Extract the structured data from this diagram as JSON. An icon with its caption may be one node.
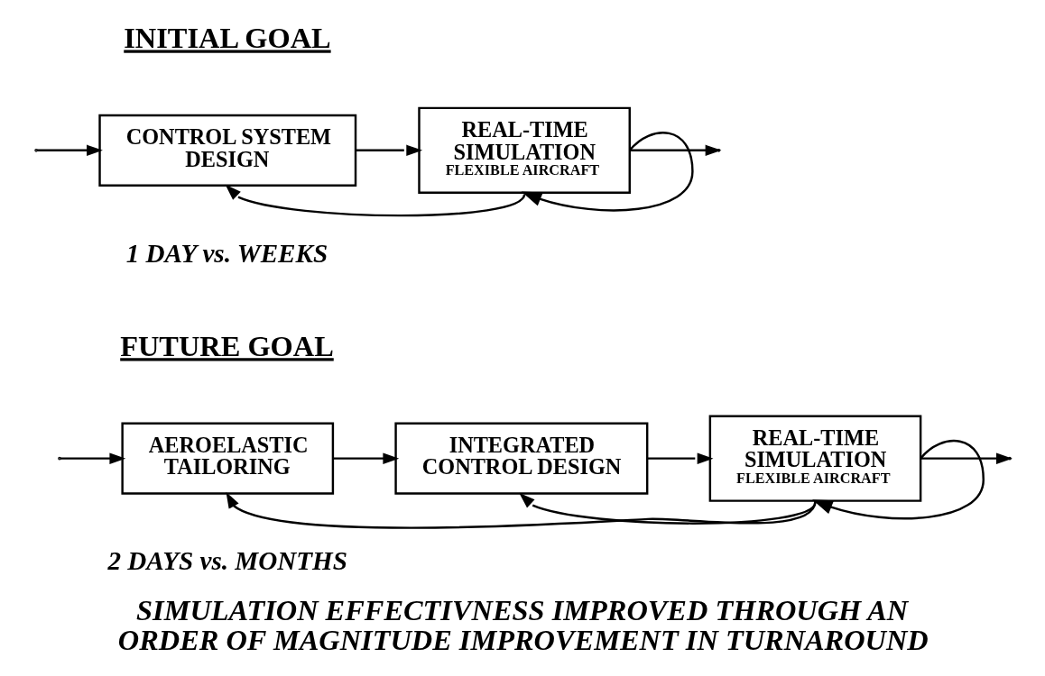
{
  "diagram": {
    "caption": "SIMULATION EFFECTIVNESS IMPROVED THROUGH AN ORDER OF MAGNITUDE IMPROVEMENT IN TURNAROUND",
    "nodes": [
      {
        "text": [
          "CONTROL SYSTEM DESIGN"
        ]
      },
      {
        "text": [
          "REAL-TIME SIMULATION",
          "FLEXIBLE AIRCRAFT"
        ]
      },
      {
        "text": [
          "AEROELASTIC TAILORING"
        ]
      },
      {
        "text": [
          "INTEGRATED CONTROL DESIGN"
        ]
      },
      {
        "text": [
          "REAL-TIME SIMULATION",
          "FLEXIBLE AIRCRAFT"
        ]
      }
    ],
    "edges": [
      {
        "from": null,
        "to": 0,
        "arrow": "to"
      },
      {
        "from": 0,
        "to": 1,
        "arrow": "to"
      },
      {
        "from": 1,
        "to": null,
        "arrow": "to"
      },
      {
        "from": 1,
        "to": 0,
        "arrow": "to"
      },
      {
        "from": 1,
        "to": 1,
        "arrow": "to"
      },
      {
        "from": null,
        "to": 2,
        "arrow": "to"
      },
      {
        "from": 2,
        "to": 3,
        "arrow": "to"
      },
      {
        "from": 3,
        "to": 4,
        "arrow": "to"
      },
      {
        "from": 4,
        "to": null,
        "arrow": "to"
      },
      {
        "from": 4,
        "to": 2,
        "arrow": "to"
      },
      {
        "from": 4,
        "to": 3,
        "arrow": "to"
      },
      {
        "from": 4,
        "to": 4,
        "arrow": "to"
      }
    ],
    "labels": [
      "INITIAL GOAL",
      "1 DAY vs. WEEKS",
      "FUTURE GOAL",
      "2 DAYS vs. MONTHS"
    ]
  }
}
